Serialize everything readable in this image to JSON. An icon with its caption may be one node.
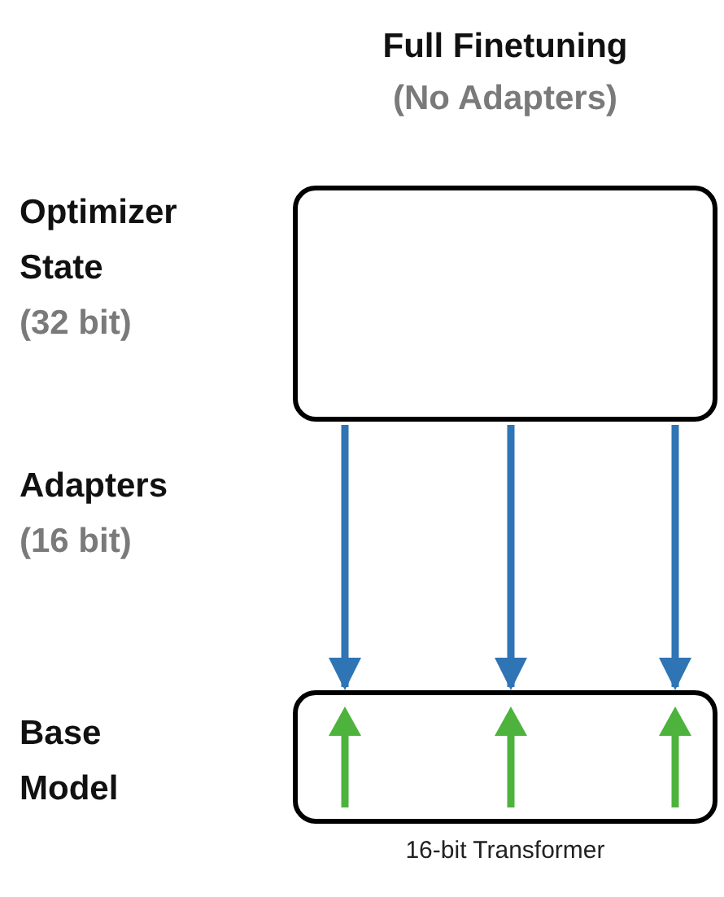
{
  "diagram": {
    "title": "Full Finetuning",
    "nodes": [
      {
        "text": [],
        "shape": "box"
      },
      {
        "text": [],
        "shape": "box"
      }
    ],
    "edges": [
      {
        "from": 0,
        "to": 1,
        "arrow": "to"
      },
      {
        "from": 0,
        "to": 1,
        "arrow": "to"
      },
      {
        "from": 0,
        "to": 1,
        "arrow": "to"
      }
    ],
    "labels": [
      "(No Adapters)",
      "Optimizer State",
      "(32 bit)",
      "Adapters",
      "(16 bit)",
      "Base Model"
    ],
    "caption": "16-bit Transformer"
  }
}
